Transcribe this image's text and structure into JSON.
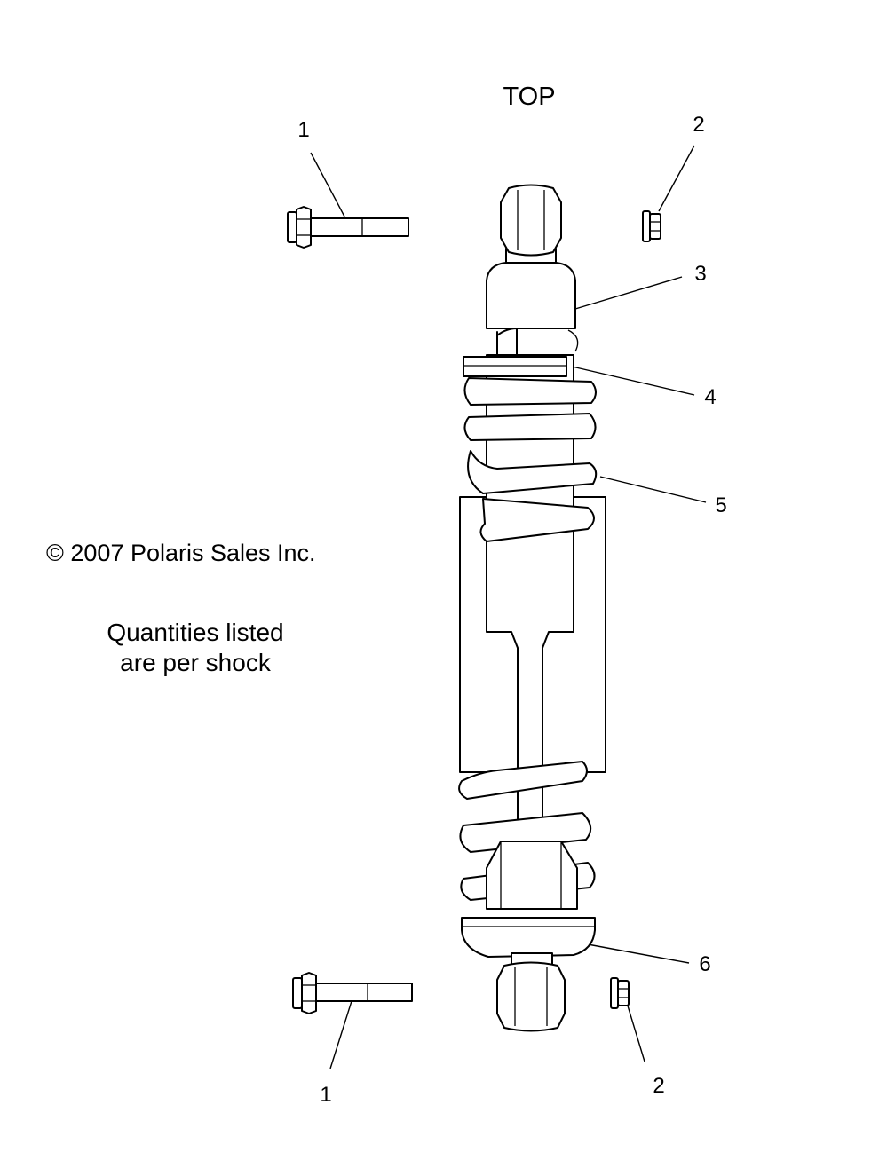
{
  "diagram": {
    "top_label": "TOP",
    "copyright": "© 2007 Polaris Sales Inc.",
    "note_line1": "Quantities listed",
    "note_line2": "are per shock",
    "callouts": {
      "bolt_top": "1",
      "nut_top": "2",
      "body": "3",
      "retainer": "4",
      "spring": "5",
      "lower_seat": "6",
      "bolt_bottom": "1",
      "nut_bottom": "2"
    }
  }
}
